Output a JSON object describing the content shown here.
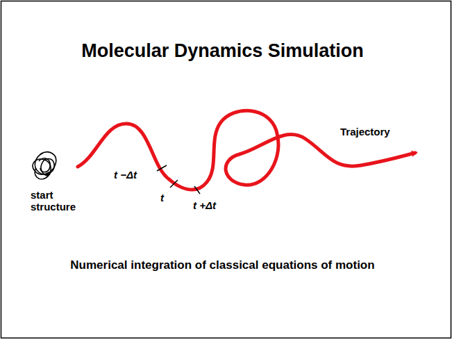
{
  "diagram": {
    "title": "Molecular Dynamics Simulation",
    "caption": "Numerical integration of classical equations of motion",
    "labels": [
      "start structure",
      "Trajectory",
      "t −Δt",
      "t",
      "t +Δt"
    ]
  }
}
